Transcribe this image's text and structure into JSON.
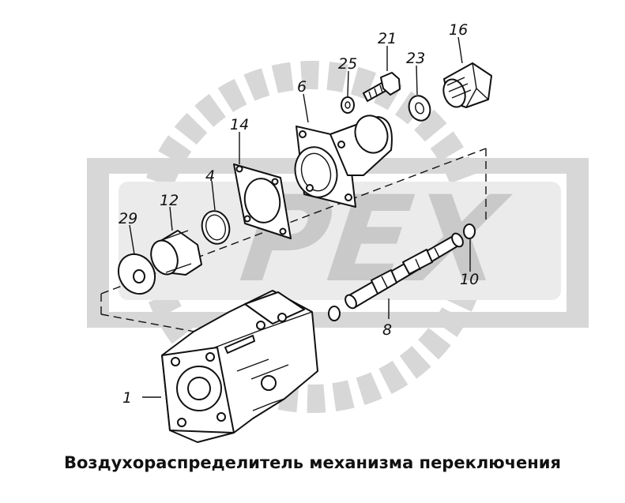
{
  "caption": "Воздухораспределитель механизма переключения",
  "watermark_text": "PEX",
  "callouts": [
    "1",
    "4",
    "6",
    "8",
    "10",
    "12",
    "14",
    "16",
    "21",
    "23",
    "25",
    "29"
  ]
}
